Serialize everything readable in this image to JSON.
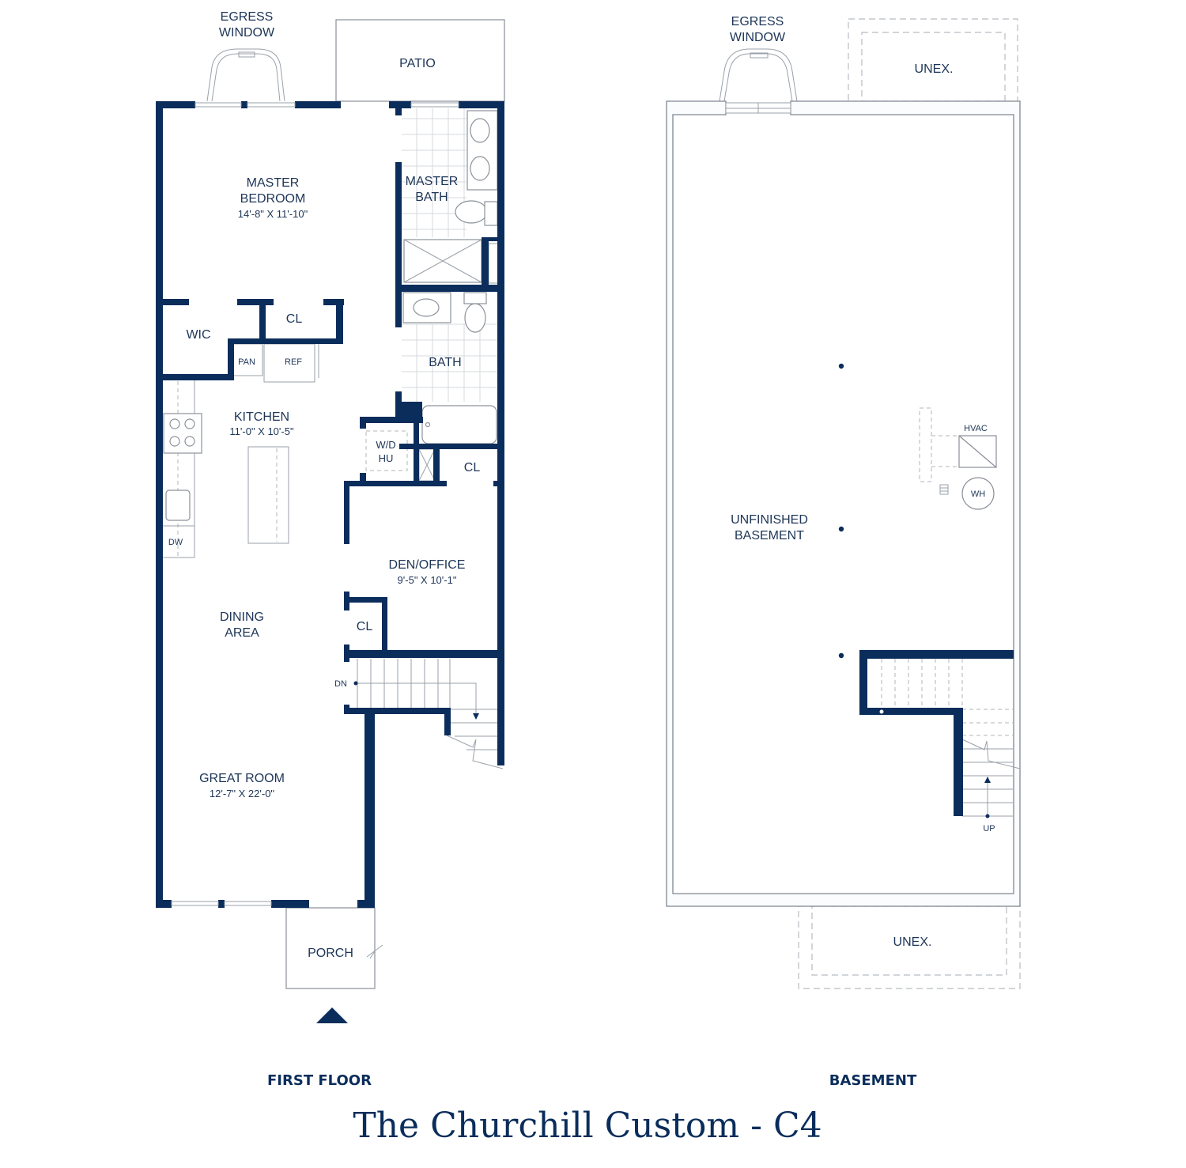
{
  "title": "The Churchill Custom - C4",
  "colors": {
    "wall": "#0b2d5b",
    "text": "#1d3557",
    "thin_line": "#8a8f98",
    "dashed": "#b8bcc2"
  },
  "first_floor": {
    "label": "FIRST FLOOR",
    "egress_window": [
      "EGRESS",
      "WINDOW"
    ],
    "patio": "PATIO",
    "porch": "PORCH",
    "entry_marker": "entry-arrow-icon",
    "rooms": {
      "master_bedroom": {
        "name": [
          "MASTER",
          "BEDROOM"
        ],
        "size": "14'-8\" X 11'-10\""
      },
      "master_bath": {
        "name": [
          "MASTER",
          "BATH"
        ]
      },
      "wic": {
        "name": "WIC"
      },
      "closet_top": {
        "name": "CL"
      },
      "pantry": {
        "name": "PAN"
      },
      "refrigerator": {
        "name": "REF"
      },
      "bath": {
        "name": "BATH"
      },
      "kitchen": {
        "name": "KITCHEN",
        "size": "11'-0\" X 10'-5\""
      },
      "washer_dryer": {
        "name": [
          "W/D",
          "HU"
        ]
      },
      "closet_mid": {
        "name": "CL"
      },
      "dishwasher": {
        "name": "DW"
      },
      "den_office": {
        "name": "DEN/OFFICE",
        "size": "9'-5\" X 10'-1\""
      },
      "dining_area": {
        "name": [
          "DINING",
          "AREA"
        ]
      },
      "closet_den": {
        "name": "CL"
      },
      "stairs": {
        "name": "DN"
      },
      "great_room": {
        "name": "GREAT ROOM",
        "size": "12'-7\" X 22'-0\""
      }
    }
  },
  "basement": {
    "label": "BASEMENT",
    "egress_window": [
      "EGRESS",
      "WINDOW"
    ],
    "unex_top": "UNEX.",
    "unex_bottom": "UNEX.",
    "main": [
      "UNFINISHED",
      "BASEMENT"
    ],
    "hvac": "HVAC",
    "water_heater": "WH",
    "stairs": "UP"
  }
}
